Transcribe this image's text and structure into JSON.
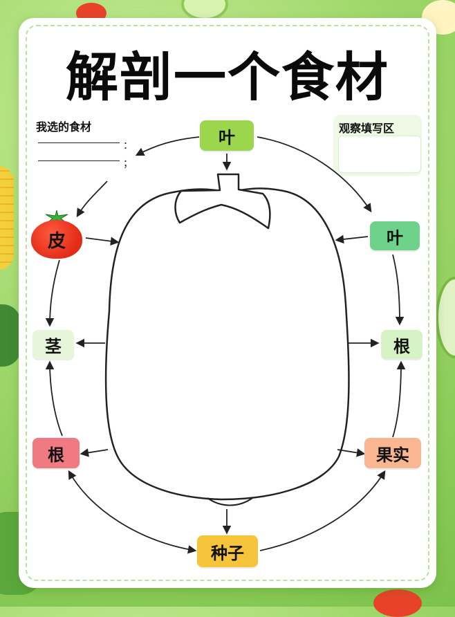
{
  "title": "解剖一个食材",
  "chosen": {
    "label": "我选的食材",
    "colon1": "：",
    "colon2": "；"
  },
  "observe": {
    "label": "观察填写区"
  },
  "parts": {
    "top_leaf": "叶",
    "peel": "皮",
    "right_leaf": "叶",
    "left_stem": "茎",
    "right_root": "根",
    "left_root": "根",
    "fruit": "果实",
    "seed": "种子"
  },
  "colors": {
    "top_leaf": "#9bd64c",
    "peel": "#e8301c",
    "right_leaf": "#6fd28a",
    "left_stem": "#e7f6da",
    "right_root": "#d6f3c6",
    "left_root": "#f07a82",
    "fruit": "#f9b690",
    "seed": "#f6c43a"
  }
}
